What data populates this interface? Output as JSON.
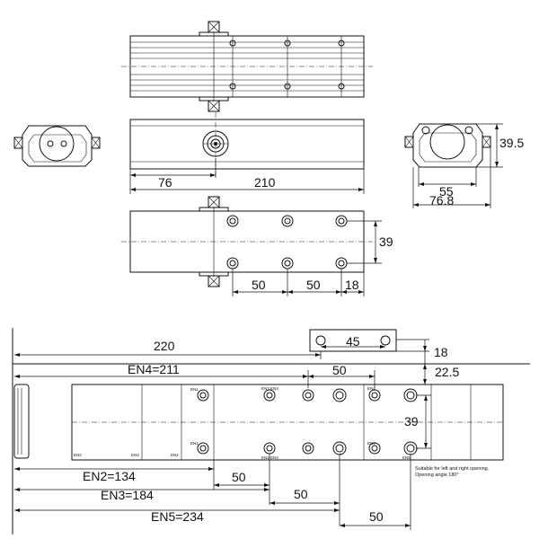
{
  "dimensions_top": {
    "d76": "76",
    "d210": "210",
    "d39_5": "39.5",
    "d55": "55",
    "d76_8": "76.8",
    "d39_plate": "39",
    "d50_a": "50",
    "d50_b": "50",
    "d18_plate": "18"
  },
  "dimensions_bottom": {
    "d220": "220",
    "d45": "45",
    "d18": "18",
    "en4": "EN4=211",
    "d50_en4": "50",
    "d22_5": "22.5",
    "d39": "39",
    "en2": "EN2=134",
    "d50_en2": "50",
    "en3": "EN3=184",
    "d50_en3": "50",
    "en5": "EN5=234",
    "d50_en5": "50"
  },
  "template_labels": {
    "en1_top": "EN1",
    "en2_top": "EN2 EN3",
    "en3_top": "EN4",
    "en1_bottom": "EN1",
    "en2_bottom": "EN2 EN3",
    "en4_bottom": "EN4",
    "en5_bottom": "EN5",
    "side_a": "EN2",
    "side_b": "EN3",
    "side_c": "EN4"
  },
  "note": {
    "line1": "Suitable for left and right opening.",
    "line2": "Opening angle 180°"
  }
}
